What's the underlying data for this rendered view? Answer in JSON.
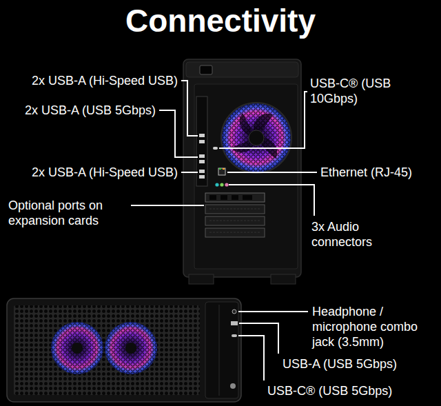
{
  "diagram": {
    "title": "Connectivity",
    "labels": [
      "2x USB-A (Hi-Speed USB)",
      "2x USB-A (USB 5Gbps)",
      "2x USB-A (Hi-Speed USB)",
      "Optional ports on expansion cards",
      "USB-C® (USB 10Gbps)",
      "Ethernet (RJ-45)",
      "3x Audio connectors",
      "Headphone / microphone combo jack (3.5mm)",
      "USB-A (USB 5Gbps)",
      "USB-C® (USB 5Gbps)"
    ]
  }
}
